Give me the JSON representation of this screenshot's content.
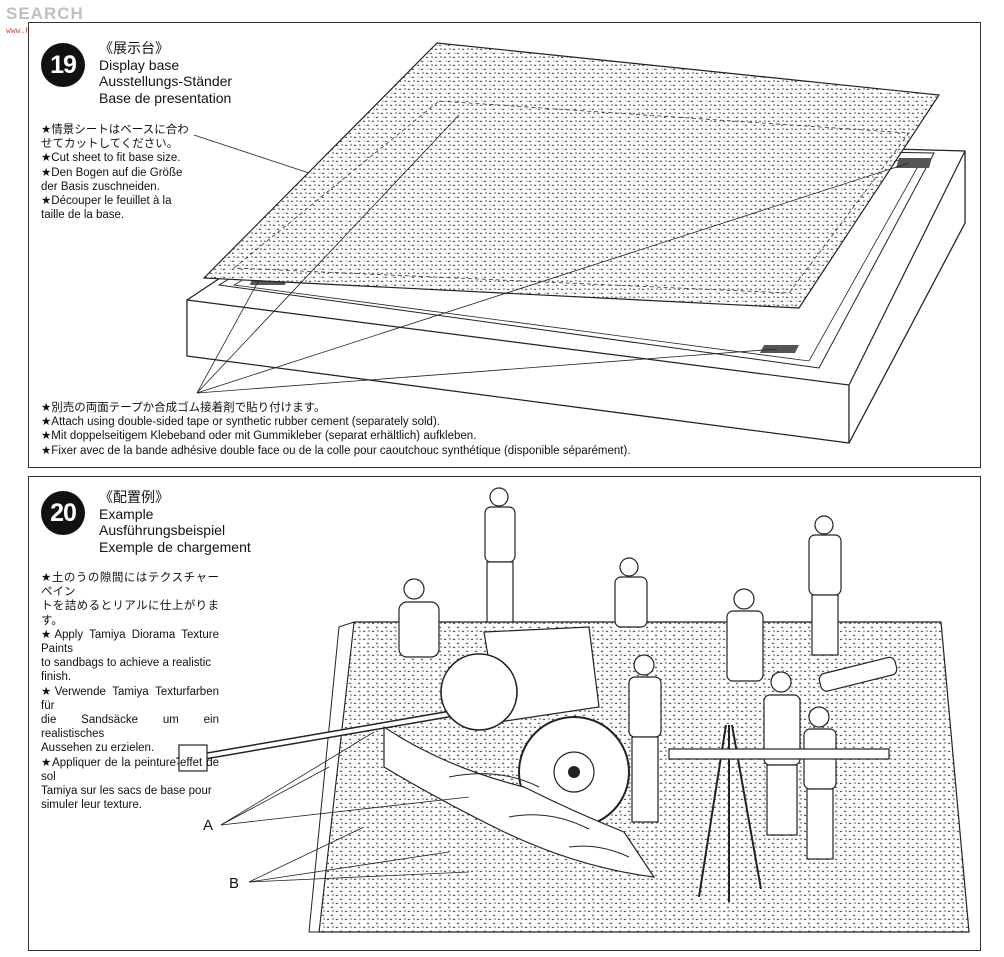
{
  "watermark": {
    "logo_a": "",
    "logo_b": "SEARCH",
    "url": "www.hasha.com"
  },
  "step19": {
    "number": "19",
    "title_jp": "《展示台》",
    "title_en": "Display base",
    "title_de": "Ausstellungs-Ständer",
    "title_fr": "Base de presentation",
    "notes": [
      "★情景シートはベースに合わ",
      "せてカットしてください。",
      "★Cut sheet to fit base size.",
      "★Den Bogen auf die Größe",
      "der Basis zuschneiden.",
      "★Découper le feuillet à la",
      "taille de la base."
    ],
    "bottom_notes": [
      "★別売の両面テープか合成ゴム接着剤で貼り付けます。",
      "★Attach using double-sided tape or synthetic rubber cement (separately sold).",
      "★Mit doppelseitigem Klebeband oder mit Gummikleber (separat erhältlich) aufkleben.",
      "★Fixer avec de la bande adhésive double face ou de la colle pour caoutchouc synthétique (disponible séparément)."
    ]
  },
  "step20": {
    "number": "20",
    "title_jp": "《配置例》",
    "title_en": "Example",
    "title_de": "Ausführungsbeispiel",
    "title_fr": "Exemple de chargement",
    "notes": [
      "★土のうの隙間にはテクスチャーペイン",
      "トを詰めるとリアルに仕上がります。",
      "★Apply Tamiya Diorama Texture Paints",
      "to sandbags to achieve a realistic",
      "finish.",
      "★Verwende Tamiya Texturfarben für",
      "die Sandsäcke um ein realistisches",
      "Aussehen zu erzielen.",
      "★Appliquer de la peinture effet de sol",
      "Tamiya sur les sacs de base pour",
      "simuler leur texture."
    ],
    "label_a": "A",
    "label_b": "B"
  }
}
